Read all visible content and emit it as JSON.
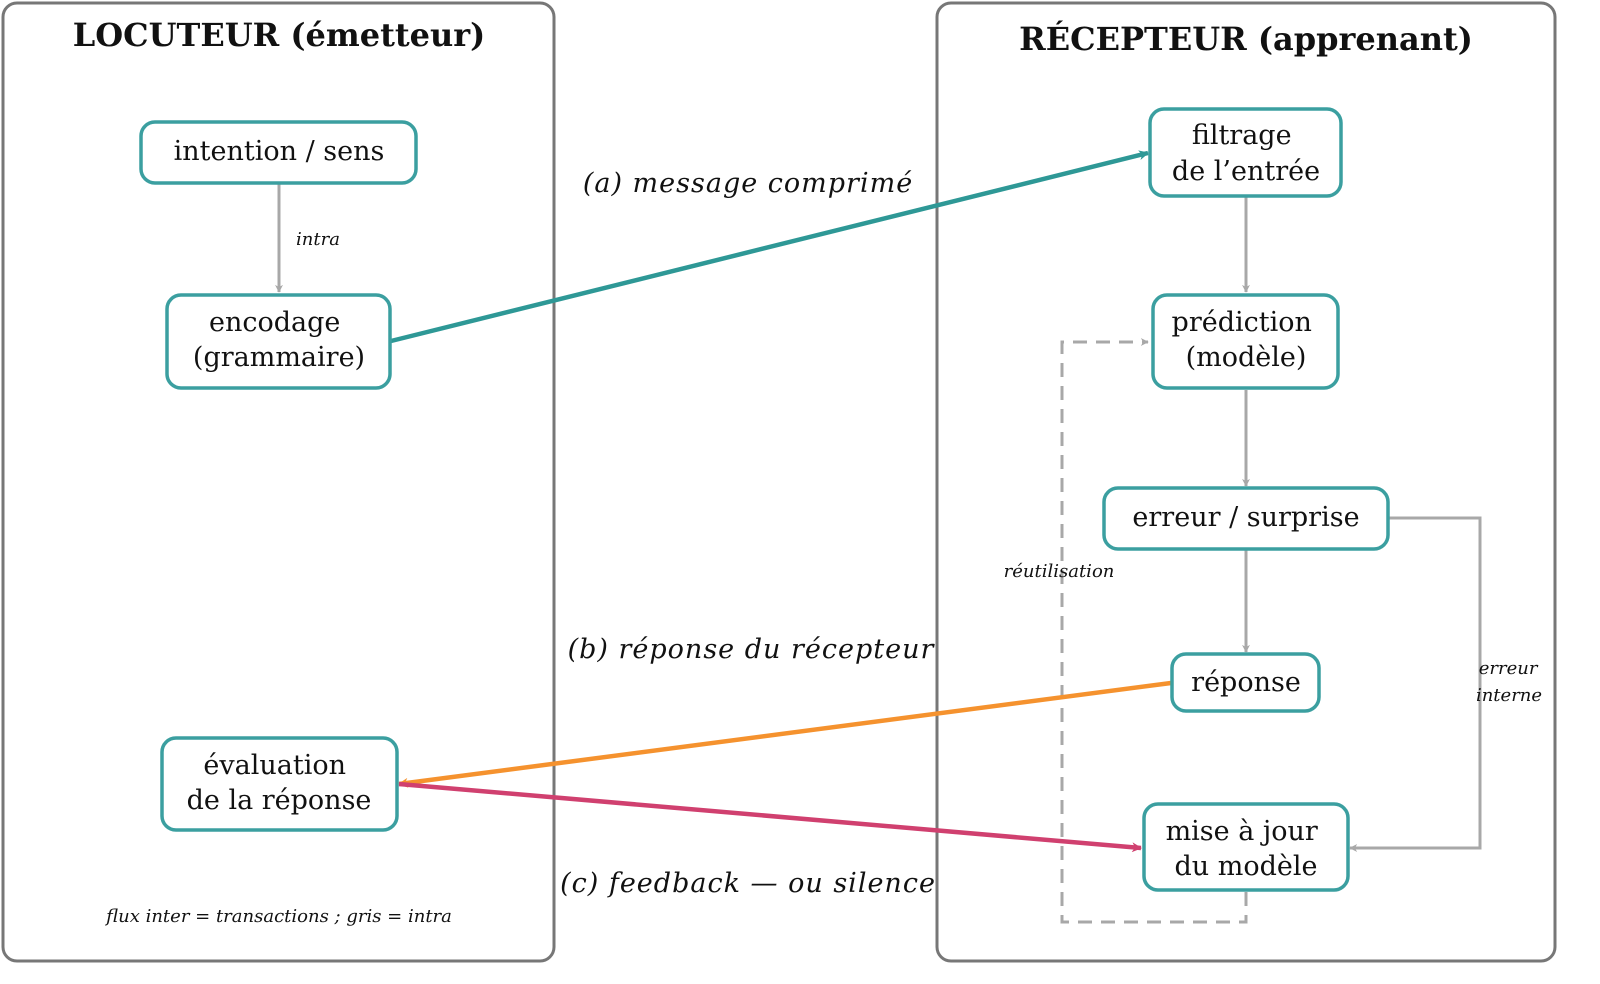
{
  "panels": {
    "speaker_title": "LOCUTEUR (émetteur)",
    "receiver_title": "RÉCEPTEUR (apprenant)"
  },
  "nodes": {
    "intention": [
      "intention / sens"
    ],
    "encodage": [
      "encodage",
      "(grammaire)"
    ],
    "evaluation": [
      "évaluation",
      "de la réponse"
    ],
    "filtrage": [
      "filtrage",
      "de l’entrée"
    ],
    "prediction": [
      "prédiction",
      "(modèle)"
    ],
    "erreur": [
      "erreur / surprise"
    ],
    "reponse": [
      "réponse"
    ],
    "miseajour": [
      "mise à jour",
      "du modèle"
    ]
  },
  "edge_labels": {
    "a": "(a) message comprimé",
    "b": "(b) réponse du récepteur",
    "c": "(c) feedback — ou silence",
    "intra": "intra",
    "reutilisation": "réutilisation",
    "erreur_interne": [
      "erreur",
      "interne"
    ]
  },
  "footnote": "flux inter = transactions ; gris = intra",
  "colors": {
    "node_border": "#3b9fa0",
    "message_arrow": "#2e9896",
    "response_arrow": "#f5922e",
    "feedback_arrow": "#d0406f",
    "intra_gray": "#a8a8a8",
    "panel_border": "#777777"
  }
}
